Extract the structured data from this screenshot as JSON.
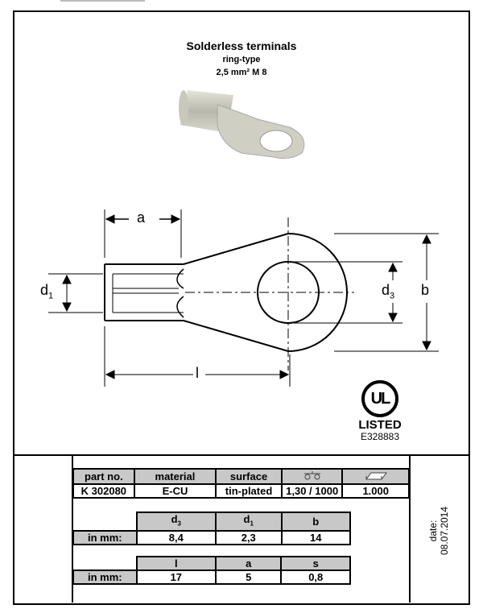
{
  "header": {
    "title": "Solderless terminals",
    "subtitle": "ring-type",
    "spec": "2,5 mm²  M 8"
  },
  "drawing": {
    "labels": {
      "a": "a",
      "d1": "d",
      "d1_sub": "1",
      "d3": "d",
      "d3_sub": "3",
      "b": "b",
      "l": "l"
    }
  },
  "certification": {
    "mark": "UL",
    "listed": "LISTED",
    "number": "E328883"
  },
  "product_table": {
    "headers": [
      "part no.",
      "material",
      "surface",
      "weight-icon",
      "package-icon"
    ],
    "values": [
      "K 302080",
      "E-CU",
      "tin-plated",
      "1,30 / 1000",
      "1.000"
    ]
  },
  "dims1": {
    "headers": [
      {
        "t": "d",
        "s": "3"
      },
      {
        "t": "d",
        "s": "1"
      },
      {
        "t": "b",
        "s": ""
      }
    ],
    "row_label": "in mm:",
    "values": [
      "8,4",
      "2,3",
      "14"
    ]
  },
  "dims2": {
    "headers": [
      "l",
      "a",
      "s"
    ],
    "row_label": "in mm:",
    "values": [
      "17",
      "5",
      "0,8"
    ]
  },
  "date": "date: 08.07.2014"
}
